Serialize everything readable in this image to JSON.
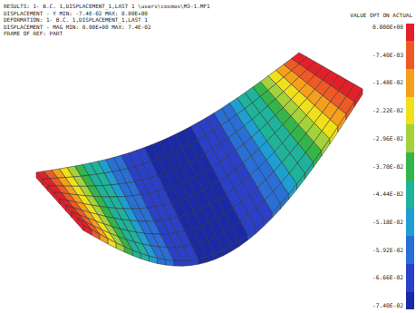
{
  "diagram": {
    "labels": [
      "RESULTS: 1- B.C. 1,DISPLACEMENT_1,LAST 1  \\users\\cosmos\\M3-1.MF1",
      "DISPLACEMENT - Y MIN: -7.4E-02 MAX: 0.00E+00",
      "DEFORMATION: 1- B.C. 1,DISPLACEMENT_1,LAST 1",
      "DISPLACEMENT - MAG MIN: 0.00E+00 MAX: 7.4E-02",
      "FRAME OF REF: PART",
      "VALUE OPT ON ACTUAL"
    ],
    "legend": [
      {
        "text": "0.000E+00",
        "color": "#e3202a"
      },
      {
        "text": "-7.40E-03",
        "color": "#ee5a26"
      },
      {
        "text": "-1.48E-02",
        "color": "#f5a01c"
      },
      {
        "text": "-2.22E-02",
        "color": "#f0e01c"
      },
      {
        "text": "-2.96E-02",
        "color": "#a4d23a"
      },
      {
        "text": "-3.70E-02",
        "color": "#34b54a"
      },
      {
        "text": "-4.44E-02",
        "color": "#1fb39a"
      },
      {
        "text": "-5.18E-02",
        "color": "#1f9ed2"
      },
      {
        "text": "-5.92E-02",
        "color": "#2a6fd6"
      },
      {
        "text": "-6.66E-02",
        "color": "#2a40c8"
      },
      {
        "text": "-7.40E-02",
        "color": "#1a2aa6"
      }
    ]
  }
}
